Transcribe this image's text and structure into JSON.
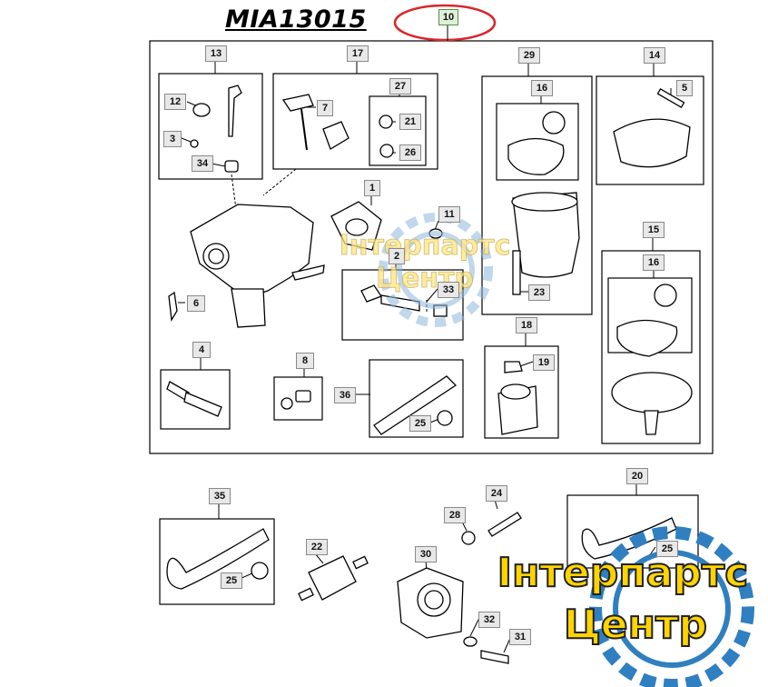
{
  "title": "MIA13015",
  "top_callout": "10",
  "callouts": {
    "c13": "13",
    "c12": "12",
    "c3": "3",
    "c34": "34",
    "c17": "17",
    "c7": "7",
    "c27": "27",
    "c21": "21",
    "c26": "26",
    "c29": "29",
    "c16a": "16",
    "c14": "14",
    "c5": "5",
    "c1": "1",
    "c11": "11",
    "c2": "2",
    "c33": "33",
    "c6": "6",
    "c23": "23",
    "c15": "15",
    "c16b": "16",
    "c18": "18",
    "c19": "19",
    "c4": "4",
    "c8": "8",
    "c36": "36",
    "c25a": "25",
    "c35": "35",
    "c25b": "25",
    "c22": "22",
    "c28": "28",
    "c24": "24",
    "c30": "30",
    "c32": "32",
    "c31": "31",
    "c20": "20",
    "c25c": "25"
  },
  "watermark": {
    "line1": "Інтерпартс",
    "line2": "Центр"
  },
  "colors": {
    "highlight": "#d9262c",
    "watermark_yellow": "#ffd400",
    "watermark_blue": "#2f7fc1"
  }
}
